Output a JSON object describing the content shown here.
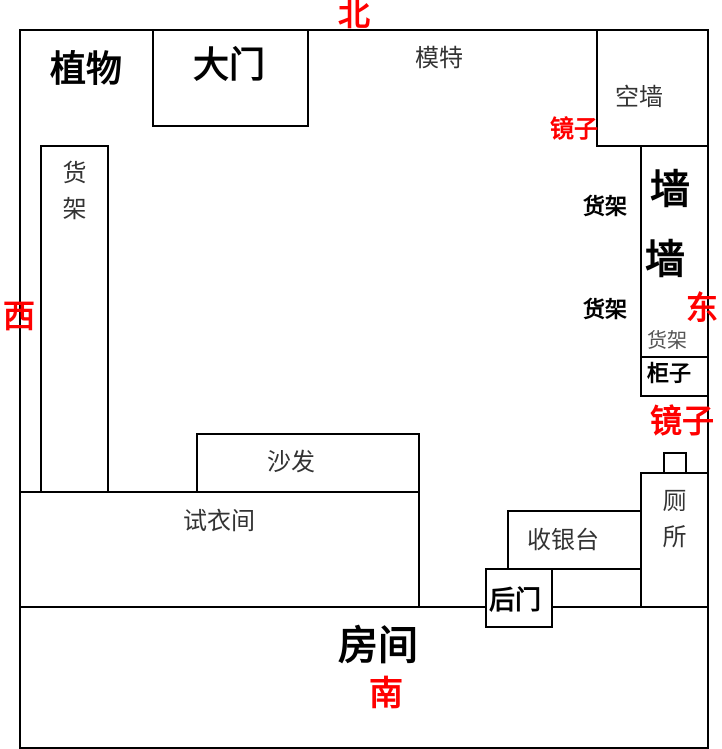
{
  "directions": {
    "north": "北",
    "south": "南",
    "east": "东",
    "west": "西"
  },
  "rooms": {
    "plants": "植物",
    "main_door": "大门",
    "model": "模特",
    "empty_wall": "空墙",
    "mirror_1": "镜子",
    "mirror_2": "镜子",
    "shelf_left": "货架",
    "shelf_right_box": "货架",
    "shelf_label_1": "货架",
    "shelf_label_2": "货架",
    "wall_1": "墙",
    "wall_2": "墙",
    "cabinet": "柜子",
    "toilet": "厕所",
    "sofa": "沙发",
    "fitting_room": "试衣间",
    "cashier": "收银台",
    "back_door": "后门",
    "room": "房间"
  }
}
